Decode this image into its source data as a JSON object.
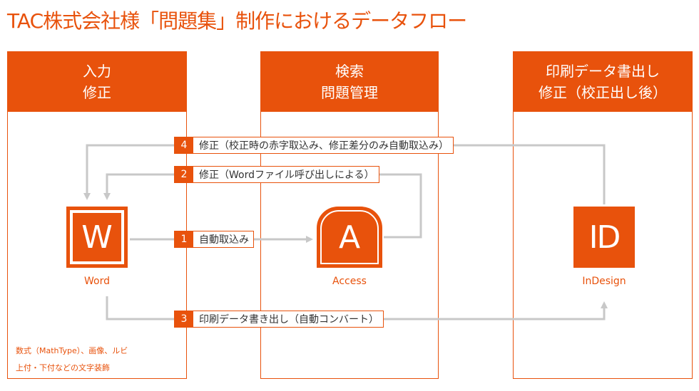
{
  "title": "TAC株式会社様「問題集」制作におけるデータフロー",
  "lanes": [
    {
      "line1": "入力",
      "line2": "修正"
    },
    {
      "line1": "検索",
      "line2": "問題管理"
    },
    {
      "line1": "印刷データ書出し",
      "line2": "修正（校正出し後）"
    }
  ],
  "apps": {
    "word": {
      "letter": "W",
      "label": "Word"
    },
    "access": {
      "letter": "A",
      "label": "Access"
    },
    "indesign": {
      "letter": "ID",
      "label": "InDesign"
    }
  },
  "steps": [
    {
      "num": "4",
      "text": "修正（校正時の赤字取込み、修正差分のみ自動取込み）"
    },
    {
      "num": "2",
      "text": "修正（Wordファイル呼び出しによる）"
    },
    {
      "num": "1",
      "text": "自動取込み"
    },
    {
      "num": "3",
      "text": "印刷データ書き出し（自動コンバート）"
    }
  ],
  "notes": {
    "line1": "数式（MathType）、画像、ルビ",
    "line2": "上付・下付などの文字装飾"
  },
  "colors": {
    "accent": "#e8520c",
    "connector": "#c8c8c8"
  }
}
